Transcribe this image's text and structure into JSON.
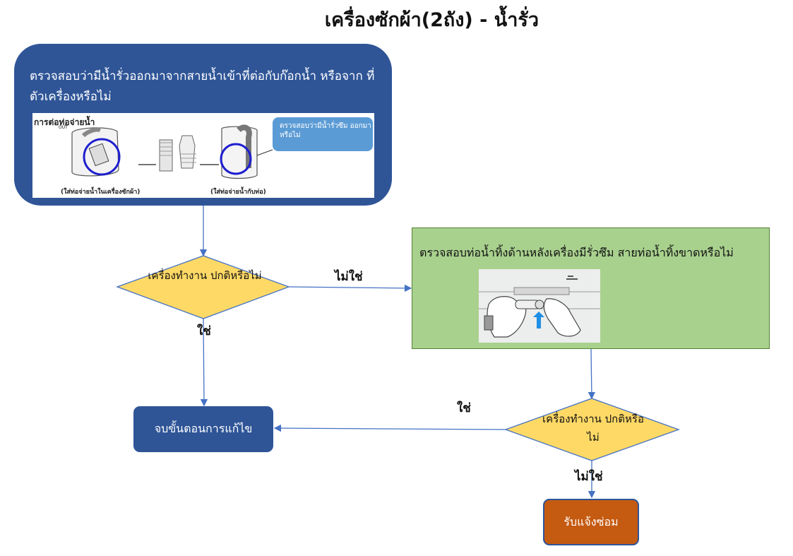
{
  "title": "เครื่องซักผ้า(2ถัง) - น้ำรั่ว",
  "step1": {
    "text": "ตรวจสอบว่ามีน้ำรั่วออกมาจากสายน้ำเข้าที่ต่อกับก๊อกน้ำ หรือจาก ที่ตัวเครื่องหรือไม่",
    "image": {
      "heading": "การต่อท่อจ่ายน้ำ",
      "callout": "ตรวจสอบว่ามีน้ำรั่วซึม ออกมาหรือไม่",
      "caption_left": "(ใส่ท่อจ่ายน้ำในเครื่องซักผ้า)",
      "caption_right": "(ใส่ท่อจ่ายน้ำกับท่อ)",
      "out_label": "OUT"
    }
  },
  "decision1": {
    "text": "เครื่องทำงาน ปกติหรือไม่"
  },
  "decision1_no": "ไม่ใช่",
  "decision1_yes": "ใช่",
  "step2": {
    "text": "ตรวจสอบท่อน้ำทิ้งด้านหลังเครื่องมีรั่วซึม สายท่อน้ำทิ้งขาดหรือไม่"
  },
  "decision2": {
    "text": "เครื่องทำงาน ปกติหรือไม่"
  },
  "decision2_yes": "ใช่",
  "decision2_no": "ไม่ใช่",
  "end": {
    "text": "จบขั้นตอนการแก้ไข"
  },
  "repair": {
    "text": "รับแจ้งซ่อม"
  },
  "colors": {
    "blue": "#2f5597",
    "diamond": "#ffd966",
    "green": "#a9d18e",
    "orange": "#c55a11",
    "line": "#4472c4"
  }
}
